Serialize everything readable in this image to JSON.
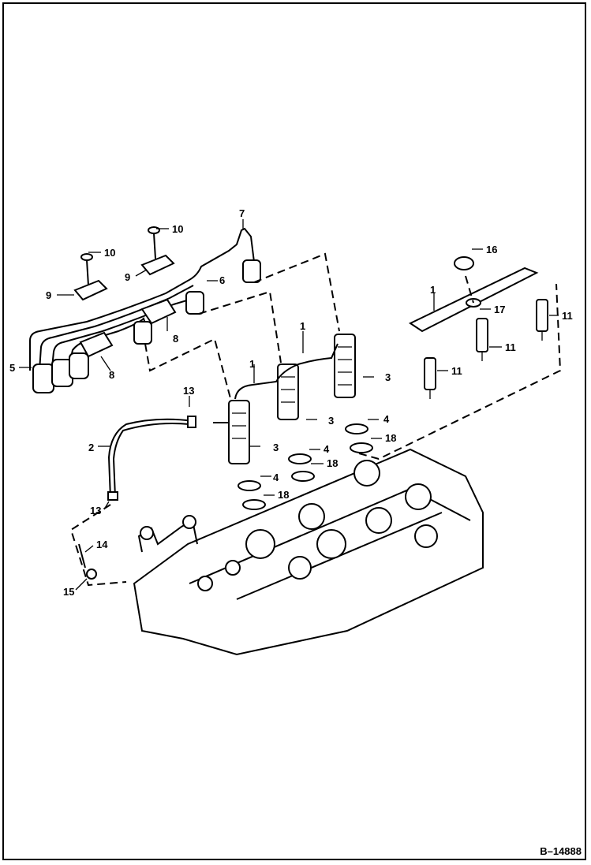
{
  "figure_id": "B–14888",
  "callouts": [
    {
      "id": "c1a",
      "label": "1"
    },
    {
      "id": "c1b",
      "label": "1"
    },
    {
      "id": "c1c",
      "label": "1"
    },
    {
      "id": "c2",
      "label": "2"
    },
    {
      "id": "c3a",
      "label": "3"
    },
    {
      "id": "c3b",
      "label": "3"
    },
    {
      "id": "c3c",
      "label": "3"
    },
    {
      "id": "c4a",
      "label": "4"
    },
    {
      "id": "c4b",
      "label": "4"
    },
    {
      "id": "c4c",
      "label": "4"
    },
    {
      "id": "c5",
      "label": "5"
    },
    {
      "id": "c6",
      "label": "6"
    },
    {
      "id": "c7",
      "label": "7"
    },
    {
      "id": "c8a",
      "label": "8"
    },
    {
      "id": "c8b",
      "label": "8"
    },
    {
      "id": "c9a",
      "label": "9"
    },
    {
      "id": "c9b",
      "label": "9"
    },
    {
      "id": "c10a",
      "label": "10"
    },
    {
      "id": "c10b",
      "label": "10"
    },
    {
      "id": "c11a",
      "label": "11"
    },
    {
      "id": "c11b",
      "label": "11"
    },
    {
      "id": "c11c",
      "label": "11"
    },
    {
      "id": "c13a",
      "label": "13"
    },
    {
      "id": "c13b",
      "label": "13"
    },
    {
      "id": "c14",
      "label": "14"
    },
    {
      "id": "c15",
      "label": "15"
    },
    {
      "id": "c16",
      "label": "16"
    },
    {
      "id": "c17",
      "label": "17"
    },
    {
      "id": "c18a",
      "label": "18"
    },
    {
      "id": "c18b",
      "label": "18"
    },
    {
      "id": "c18c",
      "label": "18"
    }
  ]
}
